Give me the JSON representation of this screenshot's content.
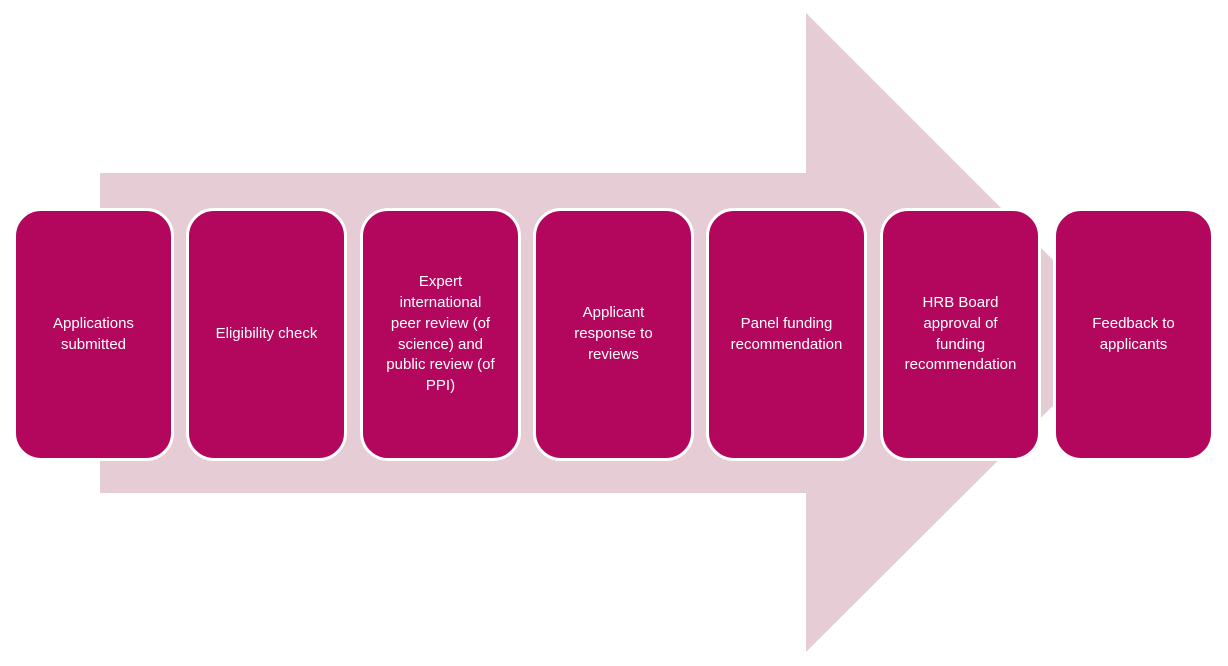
{
  "diagram": {
    "type": "process-flow-arrow",
    "colors": {
      "box": "#B2075D",
      "box_text": "#FFFFFF",
      "arrow": "#E5CCD5",
      "background": "#FFFFFF"
    },
    "arrow": {
      "direction": "right",
      "shape": "block-arrow"
    },
    "steps": [
      {
        "label": "Applications\nsubmitted"
      },
      {
        "label": "Eligibility check"
      },
      {
        "label": "Expert\ninternational\npeer review (of\nscience) and\npublic review (of\nPPI)"
      },
      {
        "label": "Applicant\nresponse to\nreviews"
      },
      {
        "label": "Panel funding\nrecommendation"
      },
      {
        "label": "HRB Board\napproval of\nfunding\nrecommendation"
      },
      {
        "label": "Feedback to\napplicants"
      }
    ]
  }
}
